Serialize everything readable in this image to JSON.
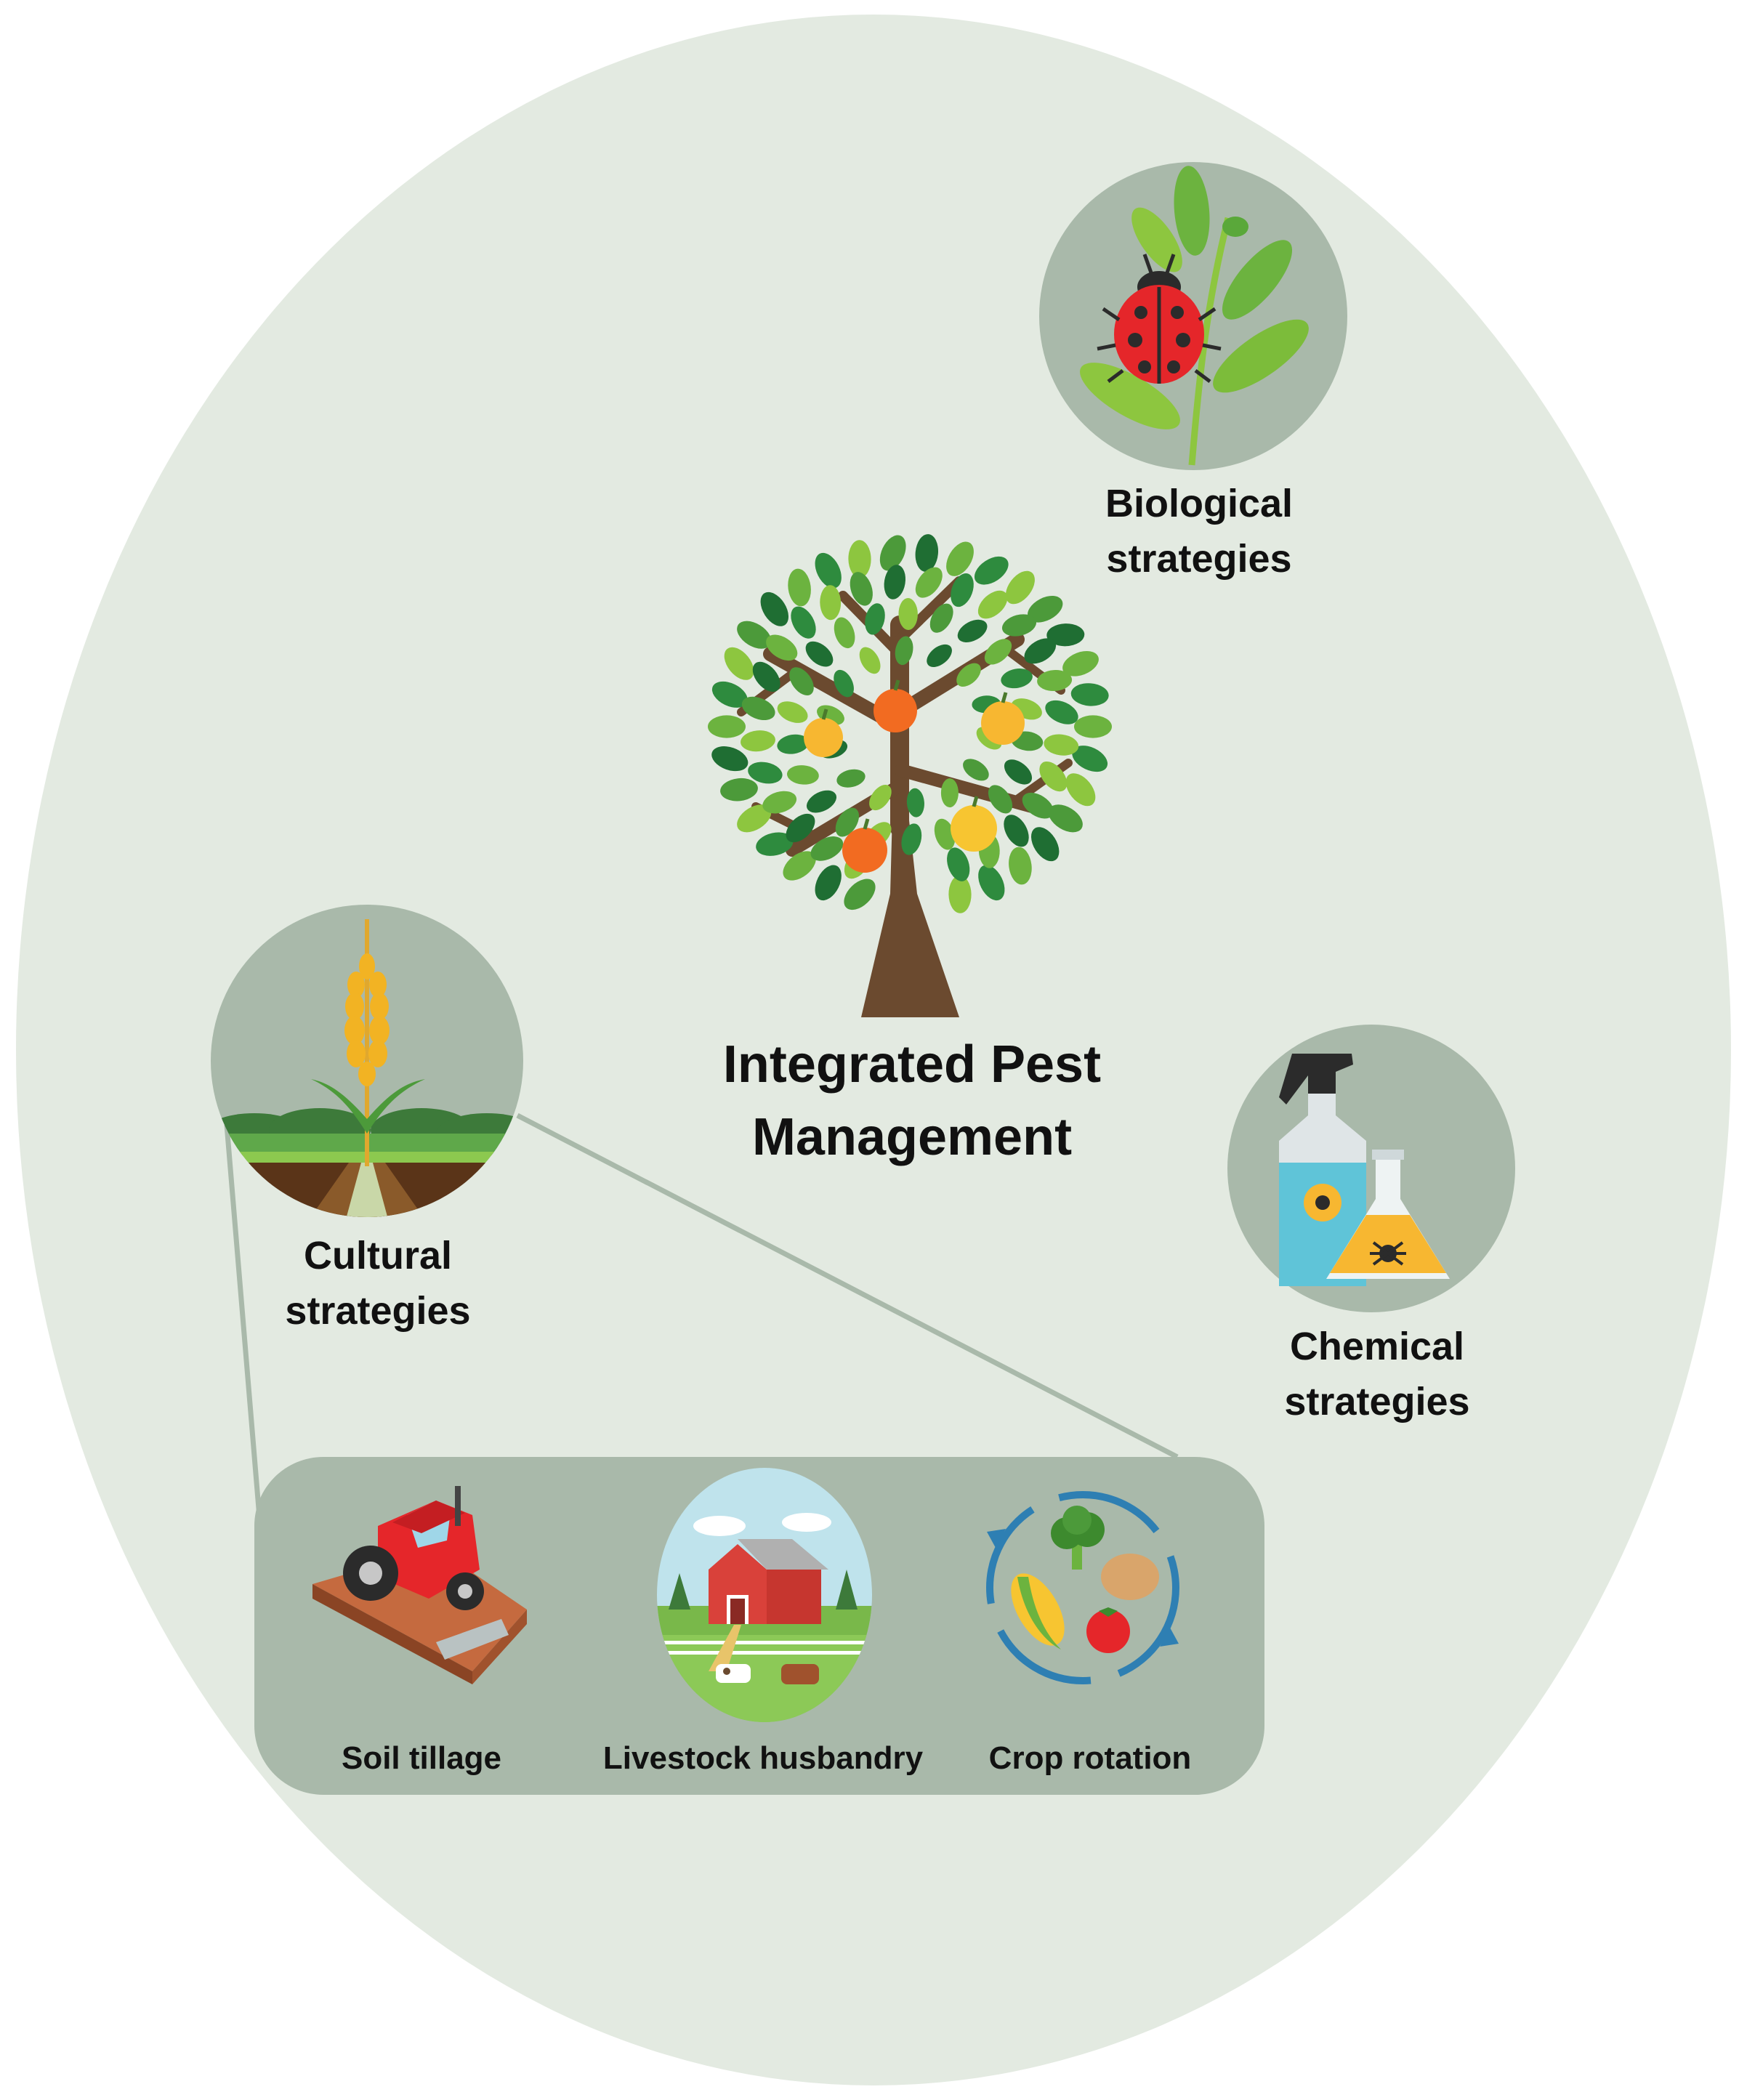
{
  "center": {
    "title_line1": "Integrated Pest",
    "title_line2": "Management",
    "icon": "fruit-tree-icon"
  },
  "biological": {
    "line1": "Biological",
    "line2": "strategies",
    "icon": "ladybug-on-leaf-icon"
  },
  "cultural": {
    "line1": "Cultural",
    "line2": "strategies",
    "icon": "wheat-field-icon"
  },
  "chemical": {
    "line1": "Chemical",
    "line2": "strategies",
    "icon": "pesticide-spray-flask-icon"
  },
  "cultural_examples": [
    {
      "label": "Soil tillage",
      "icon": "tractor-tillage-icon"
    },
    {
      "label": "Livestock husbandry",
      "icon": "farm-barn-livestock-icon"
    },
    {
      "label": "Crop rotation",
      "icon": "crop-rotation-cycle-icon"
    }
  ],
  "colors": {
    "background_ellipse": "#e3eae1",
    "icon_circle": "#a9b9aa",
    "leaf_green": "#6cb33f",
    "trunk_brown": "#6b4a2f"
  }
}
